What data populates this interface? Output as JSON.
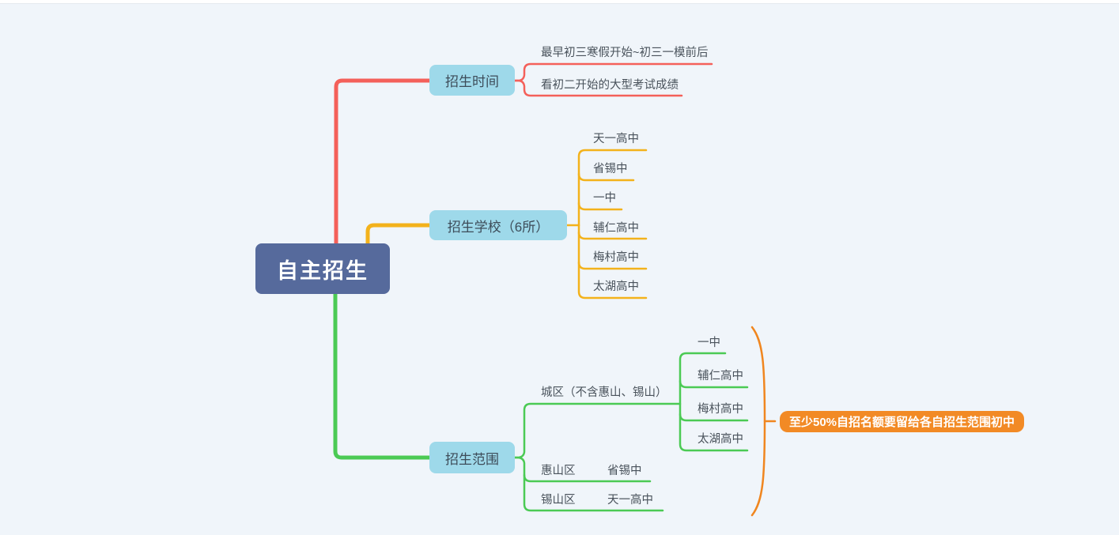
{
  "canvas": {
    "background": "#f0f5fa",
    "topbar_color": "#ffffff"
  },
  "root": {
    "label": "自主招生",
    "bg": "#566a9c",
    "text_color": "#ffffff"
  },
  "topic_style": {
    "bg": "#9ed9ea",
    "text_color": "#3d4c59"
  },
  "branches": [
    {
      "node": "招生时间",
      "color": "#f4605a",
      "children": [
        "最早初三寒假开始~初三一模前后",
        "看初二开始的大型考试成绩"
      ]
    },
    {
      "node": "招生学校（6所）",
      "color": "#f3b21b",
      "children": [
        "天一高中",
        "省锡中",
        "一中",
        "辅仁高中",
        "梅村高中",
        "太湖高中"
      ]
    },
    {
      "node": "招生范围",
      "color": "#4bca54",
      "children": [
        {
          "label": "城区（不含惠山、锡山）",
          "children": [
            "一中",
            "辅仁高中",
            "梅村高中",
            "太湖高中"
          ]
        },
        {
          "label": "惠山区",
          "child": "省锡中"
        },
        {
          "label": "锡山区",
          "child": "天一高中"
        }
      ]
    }
  ],
  "summary": {
    "label": "至少50%自招名额要留给各自招生范围初中",
    "color": "#f0861f",
    "bg": "#f28a25"
  }
}
